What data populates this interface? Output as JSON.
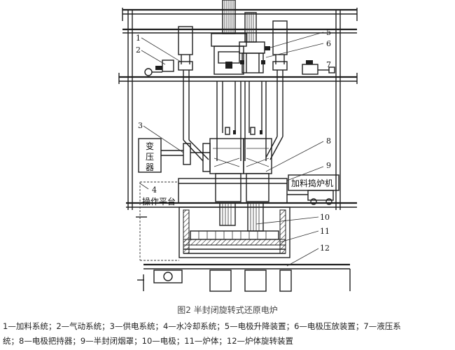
{
  "figure": {
    "caption": "图2 半封闭旋转式还原电炉",
    "legend_line1": "1—加料系统；2—气动系统；3—供电系统；4—水冷却系统；5—电极升降装置；6—电极压放装置；7—液压系",
    "legend_line2": "统；8—电极把持器；9—半封闭烟罩；10—电极；11—炉体；12—炉体旋转装置"
  },
  "callouts": [
    "1",
    "2",
    "3",
    "4",
    "5",
    "6",
    "7",
    "8",
    "9",
    "10",
    "11",
    "12"
  ],
  "labels": {
    "transformer": "变压器",
    "transformer_line1": "变",
    "transformer_line2": "压",
    "transformer_line3": "器",
    "platform": "操作平台",
    "charger": "加料捣炉机"
  }
}
